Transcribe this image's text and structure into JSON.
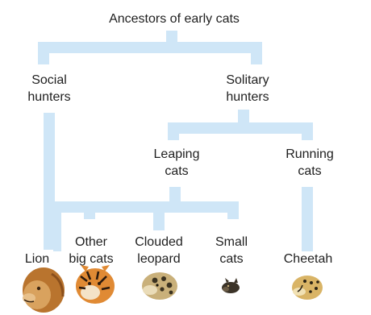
{
  "title": "Ancestors of early cats",
  "groups": {
    "social": [
      "Social",
      "hunters"
    ],
    "solitary": [
      "Solitary",
      "hunters"
    ],
    "leaping": [
      "Leaping",
      "cats"
    ],
    "running": [
      "Running",
      "cats"
    ]
  },
  "species": [
    {
      "name": [
        "",
        "Lion"
      ],
      "icon": "lion-head-icon"
    },
    {
      "name": [
        "Other",
        "big cats"
      ],
      "icon": "tiger-head-icon"
    },
    {
      "name": [
        "Clouded",
        "leopard"
      ],
      "icon": "clouded-leopard-head-icon"
    },
    {
      "name": [
        "Small",
        "cats"
      ],
      "icon": "small-cat-head-icon"
    },
    {
      "name": [
        "",
        "Cheetah"
      ],
      "icon": "cheetah-head-icon"
    }
  ],
  "colors": {
    "branch": "#cfe6f7",
    "text": "#1f1f1f"
  }
}
